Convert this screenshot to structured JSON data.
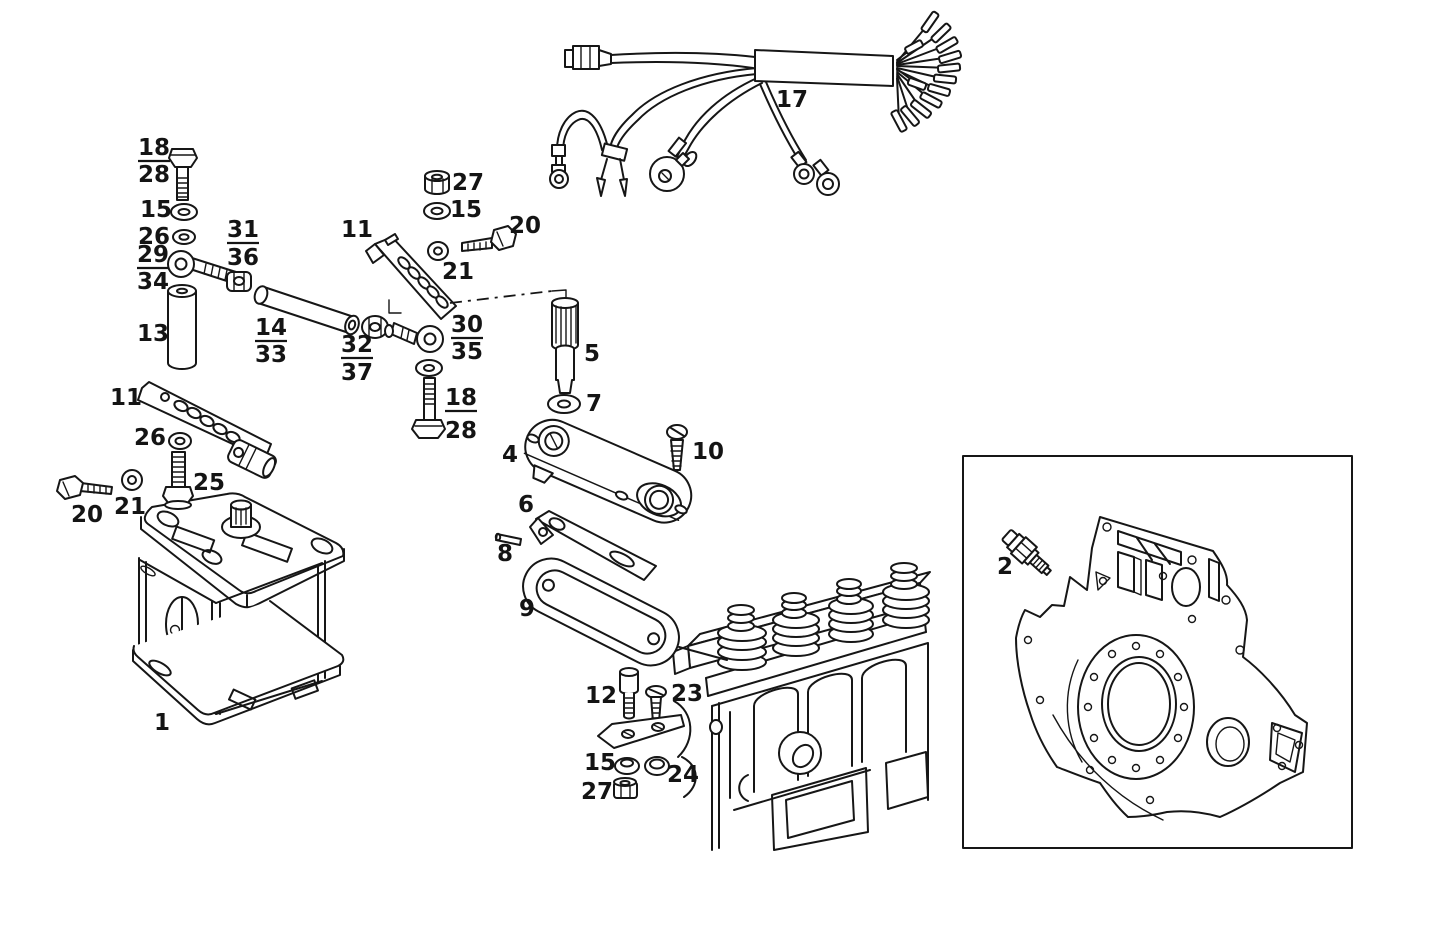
{
  "colors": {
    "ink": "#161616",
    "paper": "#ffffff"
  },
  "callouts": {
    "c1": "1",
    "c2": "2",
    "c4": "4",
    "c5": "5",
    "c6": "6",
    "c7": "7",
    "c8": "8",
    "c9": "9",
    "c10": "10",
    "c11_mid": "11",
    "c11_left": "11",
    "c12": "12",
    "c13": "13",
    "c14_33": {
      "num": "14",
      "den": "33"
    },
    "c15_top": "15",
    "c15_mid": "15",
    "c15_bot": "15",
    "c17": "17",
    "c18_28_top": {
      "num": "18",
      "den": "28"
    },
    "c18_28_mid": {
      "num": "18",
      "den": "28"
    },
    "c20_mid": "20",
    "c20_left": "20",
    "c21_mid": "21",
    "c21_left": "21",
    "c23": "23",
    "c24": "24",
    "c25": "25",
    "c26_top": "26",
    "c26_left": "26",
    "c27_mid": "27",
    "c27_bot": "27",
    "c29_34": {
      "num": "29",
      "den": "34"
    },
    "c30_35": {
      "num": "30",
      "den": "35"
    },
    "c31_36": {
      "num": "31",
      "den": "36"
    },
    "c32_37": {
      "num": "32",
      "den": "37"
    }
  }
}
